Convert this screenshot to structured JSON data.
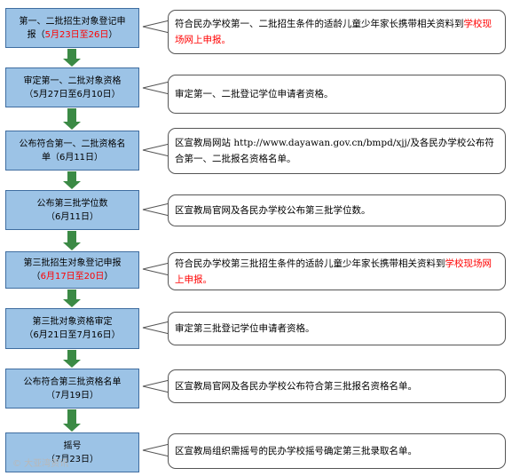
{
  "steps": [
    {
      "line1": "第一、二批招生对象登记申",
      "line2_pre": "报（",
      "line2_date": "5月23日至26日",
      "line2_post": "）",
      "red": true
    },
    {
      "line1": "审定第一、二批对象资格",
      "line2": "（5月27日至6月10日）"
    },
    {
      "line1": "公布符合第一、二批资格名",
      "line2": "单（6月11日）"
    },
    {
      "line1": "公布第三批学位数",
      "line2": "（6月11日）"
    },
    {
      "line1": "第三批招生对象登记申报",
      "line2_pre": "（",
      "line2_date": "6月17日至20日",
      "line2_post": "）",
      "red": true
    },
    {
      "line1": "第三批对象资格审定",
      "line2": "（6月21日至7月16日）"
    },
    {
      "line1": "公布符合第三批资格名单",
      "line2": "（7月19日）"
    },
    {
      "line1": "摇号",
      "line2": "（7月23日）"
    }
  ],
  "notes": [
    {
      "pre": "符合民办学校第一、二批招生条件的适龄儿童少年家长携带相关资料到",
      "red": "学校现场网上申报。",
      "post": ""
    },
    {
      "pre": "审定第一、二批登记学位申请者资格。",
      "red": "",
      "post": ""
    },
    {
      "pre": "区宣教局网站 ",
      "url": "http://www.dayawan.gov.cn/bmpd/xjj/",
      "post": "及各民办学校公布符合第一、二批报名资格名单。"
    },
    {
      "pre": "区宣教局官网及各民办学校公布第三批学位数。",
      "red": "",
      "post": ""
    },
    {
      "pre": "符合民办学校第三批招生条件的适龄儿童少年家长携带相关资料到",
      "red": "学校现场网上申报。",
      "post": ""
    },
    {
      "pre": "审定第三批登记学位申请者资格。",
      "red": "",
      "post": ""
    },
    {
      "pre": "区宣教局官网及各民办学校公布符合第三批报名资格名单。",
      "red": "",
      "post": ""
    },
    {
      "pre": "区宣教局组织需摇号的民办学校摇号确定第三批录取名单。",
      "red": "",
      "post": ""
    }
  ],
  "watermark": "© 大亚湾资讯",
  "colors": {
    "box_fill": "#9cc3e6",
    "box_border": "#3f6da0",
    "arrow": "#3b8a45",
    "highlight": "#ff0000"
  }
}
